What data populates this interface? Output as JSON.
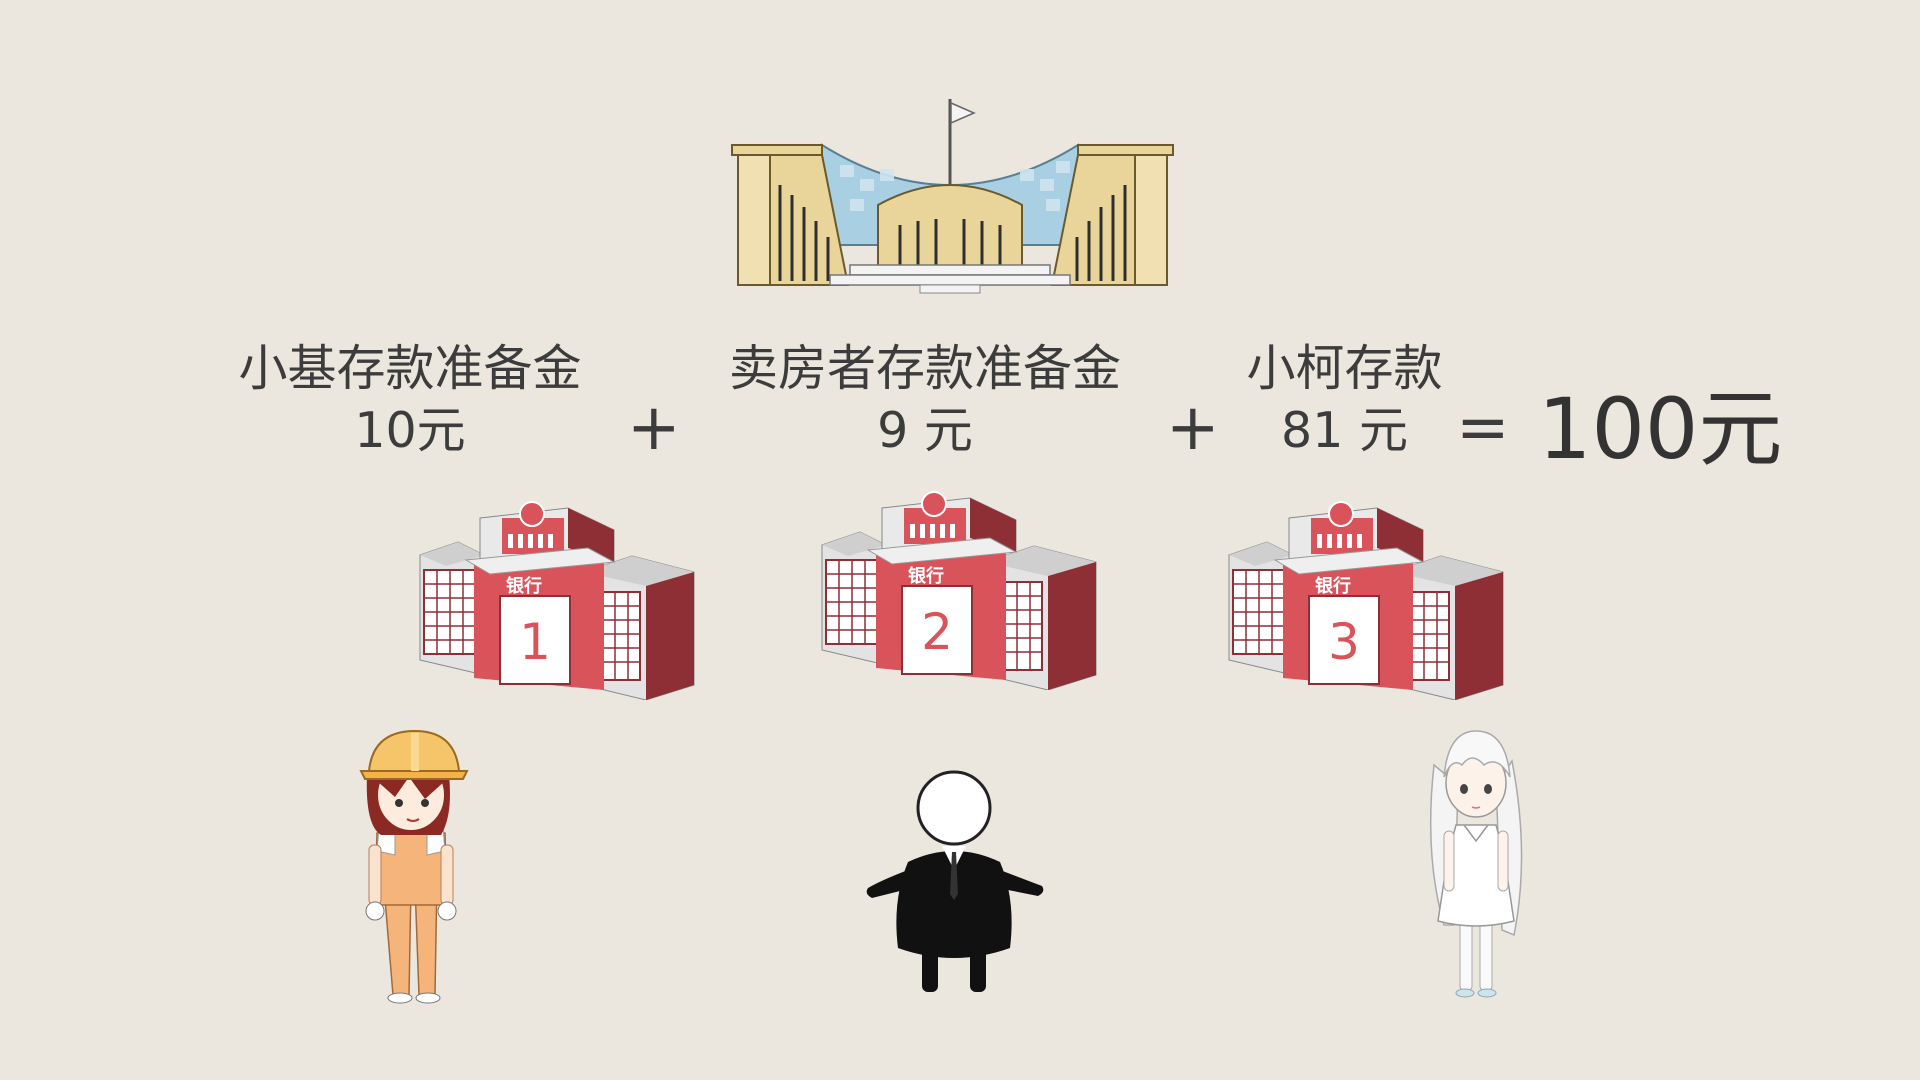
{
  "terms": [
    {
      "label": "小基存款准备金",
      "amount": "10元"
    },
    {
      "label": "卖房者存款准备金",
      "amount": "9 元"
    },
    {
      "label": "小柯存款",
      "amount": "81 元"
    }
  ],
  "operators": {
    "plus": "+",
    "equals": "="
  },
  "total": "100元",
  "banks": [
    {
      "sign": "银行",
      "number": "1"
    },
    {
      "sign": "银行",
      "number": "2"
    },
    {
      "sign": "银行",
      "number": "3"
    }
  ],
  "colors": {
    "background": "#ebe7df",
    "bank_red": "#d9545a",
    "bank_dark": "#8e2f36",
    "central_bank_gold": "#e9d49a",
    "central_bank_glass": "#a9cfe3"
  },
  "icons": [
    "central-bank-building",
    "bank-building",
    "worker-character",
    "businessman-character",
    "girl-character"
  ]
}
